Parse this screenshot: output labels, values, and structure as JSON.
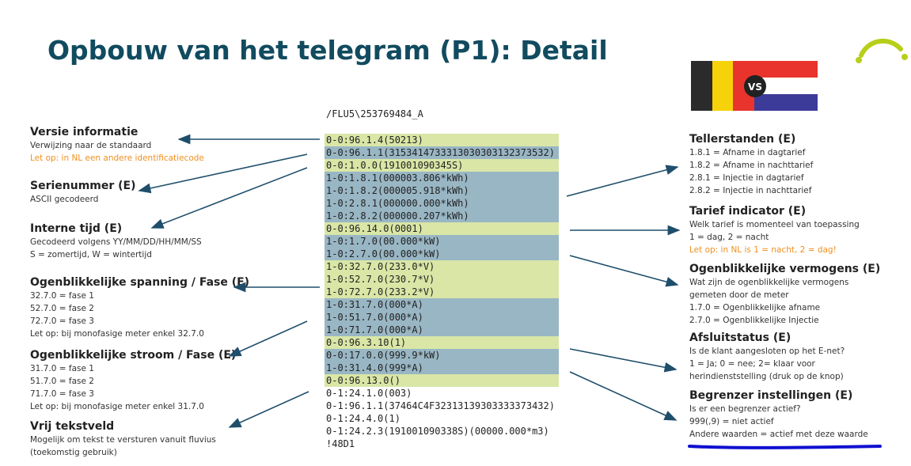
{
  "slide": {
    "title": "Opbouw van het telegram (P1): Detail",
    "flags_badge": "VS",
    "telegram_header": "/FLU5\\253769484_A",
    "telegram_lines": [
      {
        "text": "0-0:96.1.4(50213)",
        "hl": "y"
      },
      {
        "text": "0-0:96.1.1(3153414733313030303132373532)",
        "hl": "b"
      },
      {
        "text": "0-0:1.0.0(191001090345S)",
        "hl": "y"
      },
      {
        "text": "1-0:1.8.1(000003.806*kWh)",
        "hl": "b"
      },
      {
        "text": "1-0:1.8.2(000005.918*kWh)",
        "hl": "b"
      },
      {
        "text": "1-0:2.8.1(000000.000*kWh)",
        "hl": "b"
      },
      {
        "text": "1-0:2.8.2(000000.207*kWh)",
        "hl": "b"
      },
      {
        "text": "0-0:96.14.0(0001)",
        "hl": "y"
      },
      {
        "text": "1-0:1.7.0(00.000*kW)",
        "hl": "b"
      },
      {
        "text": "1-0:2.7.0(00.000*kW)",
        "hl": "b"
      },
      {
        "text": "1-0:32.7.0(233.0*V)",
        "hl": "y"
      },
      {
        "text": "1-0:52.7.0(230.7*V)",
        "hl": "y"
      },
      {
        "text": "1-0:72.7.0(233.2*V)",
        "hl": "y"
      },
      {
        "text": "1-0:31.7.0(000*A)",
        "hl": "b"
      },
      {
        "text": "1-0:51.7.0(000*A)",
        "hl": "b"
      },
      {
        "text": "1-0:71.7.0(000*A)",
        "hl": "b"
      },
      {
        "text": "0-0:96.3.10(1)",
        "hl": "y"
      },
      {
        "text": "0-0:17.0.0(999.9*kW)",
        "hl": "b"
      },
      {
        "text": "1-0:31.4.0(999*A)",
        "hl": "b"
      },
      {
        "text": "0-0:96.13.0()",
        "hl": "y"
      },
      {
        "text": "0-1:24.1.0(003)",
        "hl": "w"
      },
      {
        "text": "0-1:96.1.1(37464C4F32313139303333373432)",
        "hl": "w"
      },
      {
        "text": "0-1:24.4.0(1)",
        "hl": "w"
      },
      {
        "text": "0-1:24.2.3(191001090338S)(00000.000*m3)",
        "hl": "w"
      },
      {
        "text": "!48D1",
        "hl": "w"
      }
    ],
    "left_blocks": [
      {
        "title": "Versie informatie",
        "lines": [
          {
            "text": "Verwijzing naar de standaard",
            "orange": false
          },
          {
            "text": "Let op: in NL een andere identificatiecode",
            "orange": true
          }
        ]
      },
      {
        "title": "Serienummer (E)",
        "lines": [
          {
            "text": "ASCII gecodeerd",
            "orange": false
          }
        ]
      },
      {
        "title": "Interne tijd (E)",
        "lines": [
          {
            "text": "Gecodeerd volgens YY/MM/DD/HH/MM/SS",
            "orange": false
          },
          {
            "text": "S = zomertijd, W = wintertijd",
            "orange": false
          }
        ]
      },
      {
        "title": "Ogenblikkelijke spanning / Fase (E)",
        "lines": [
          {
            "text": "32.7.0 = fase 1",
            "orange": false
          },
          {
            "text": "52.7.0 = fase 2",
            "orange": false
          },
          {
            "text": "72.7.0 = fase 3",
            "orange": false
          },
          {
            "text": "Let op: bij monofasige meter enkel 32.7.0",
            "orange": false
          }
        ]
      },
      {
        "title": "Ogenblikkelijke stroom / Fase (E)",
        "lines": [
          {
            "text": "31.7.0 = fase 1",
            "orange": false
          },
          {
            "text": "51.7.0 = fase 2",
            "orange": false
          },
          {
            "text": "71.7.0 = fase 3",
            "orange": false
          },
          {
            "text": "Let op: bij monofasige meter enkel 31.7.0",
            "orange": false
          }
        ]
      },
      {
        "title": "Vrij tekstveld",
        "lines": [
          {
            "text": "Mogelijk om tekst te versturen vanuit fluvius",
            "orange": false
          },
          {
            "text": "(toekomstig gebruik)",
            "orange": false
          }
        ]
      }
    ],
    "right_blocks": [
      {
        "title": "Tellerstanden (E)",
        "lines": [
          {
            "text": "1.8.1 = Afname in dagtarief",
            "orange": false
          },
          {
            "text": "1.8.2 = Afname in nachttarief",
            "orange": false
          },
          {
            "text": "2.8.1 = Injectie in dagtarief",
            "orange": false
          },
          {
            "text": "2.8.2 = Injectie in nachttarief",
            "orange": false
          }
        ]
      },
      {
        "title": "Tarief indicator (E)",
        "lines": [
          {
            "text": "Welk tarief is momenteel van toepassing",
            "orange": false
          },
          {
            "text": "1 = dag, 2 = nacht",
            "orange": false
          },
          {
            "text": "Let op: in NL is 1 = nacht, 2 = dag!",
            "orange": true
          }
        ]
      },
      {
        "title": "Ogenblikkelijke vermogens (E)",
        "lines": [
          {
            "text": "Wat zijn de ogenblikkelijke vermogens",
            "orange": false
          },
          {
            "text": "gemeten door de meter",
            "orange": false
          },
          {
            "text": "1.7.0 = Ogenblikkelijke afname",
            "orange": false
          },
          {
            "text": "2.7.0 = Ogenblikkelijke Injectie",
            "orange": false
          }
        ]
      },
      {
        "title": "Afsluitstatus (E)",
        "lines": [
          {
            "text": "Is de klant aangesloten op het E-net?",
            "orange": false
          },
          {
            "text": "1 = Ja; 0 = nee; 2= klaar voor",
            "orange": false
          },
          {
            "text": "herindienststelling (druk op de knop)",
            "orange": false
          }
        ]
      },
      {
        "title": "Begrenzer instellingen (E)",
        "lines": [
          {
            "text": "Is er een begrenzer actief?",
            "orange": false
          },
          {
            "text": "999(,9) = niet actief",
            "orange": false
          },
          {
            "text": "Andere waarden = actief met deze waarde",
            "orange": false
          }
        ]
      }
    ],
    "colors": {
      "title": "#114b5f",
      "yellow_highlight": "#d9e6a6",
      "blue_highlight": "#99b6c4",
      "orange": "#f0901e",
      "annotation": "#1010d0"
    }
  }
}
